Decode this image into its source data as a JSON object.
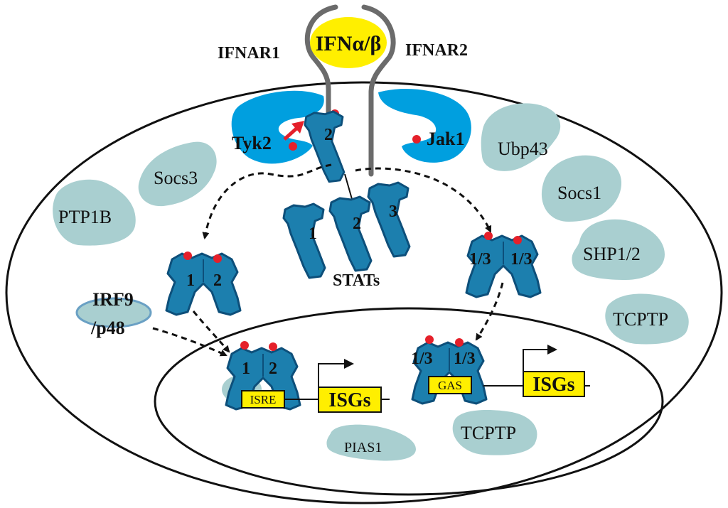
{
  "colors": {
    "receptor_blue": "#009fdf",
    "stat_blue": "#1c7fae",
    "stat_outline": "#0d4f7a",
    "inhibitor_teal": "#a9cfd0",
    "ligand_yellow": "#ffef00",
    "phospho_red": "#e5202a",
    "membrane_gray": "#6b6b6b",
    "box_yellow": "#ffef00",
    "line_black": "#111111"
  },
  "ligand": {
    "label": "IFNα/β"
  },
  "receptors": {
    "left": "IFNAR1",
    "right": "IFNAR2"
  },
  "kinases": {
    "left": "Tyk2",
    "right": "Jak1"
  },
  "stats": {
    "group_label": "STATs",
    "receptor_bound": "2",
    "monomers": [
      "1",
      "2",
      "3"
    ],
    "dimer_12": [
      "1",
      "2"
    ],
    "dimer_13": [
      "1/3",
      "1/3"
    ]
  },
  "irf9": {
    "line1": "IRF9",
    "line2": "/p48"
  },
  "inhibitors": {
    "socs3": "Socs3",
    "ptp1b": "PTP1B",
    "ubp43": "Ubp43",
    "socs1": "Socs1",
    "shp12": "SHP1/2",
    "tcptp_cytoplasm": "TCPTP",
    "tcptp_nucleus": "TCPTP",
    "pias1": "PIAS1"
  },
  "nucleus": {
    "isre": {
      "label": "ISRE",
      "gene": "ISGs",
      "dimer": [
        "1",
        "2"
      ]
    },
    "gas": {
      "label": "GAS",
      "gene": "ISGs",
      "dimer": [
        "1/3",
        "1/3"
      ]
    }
  }
}
